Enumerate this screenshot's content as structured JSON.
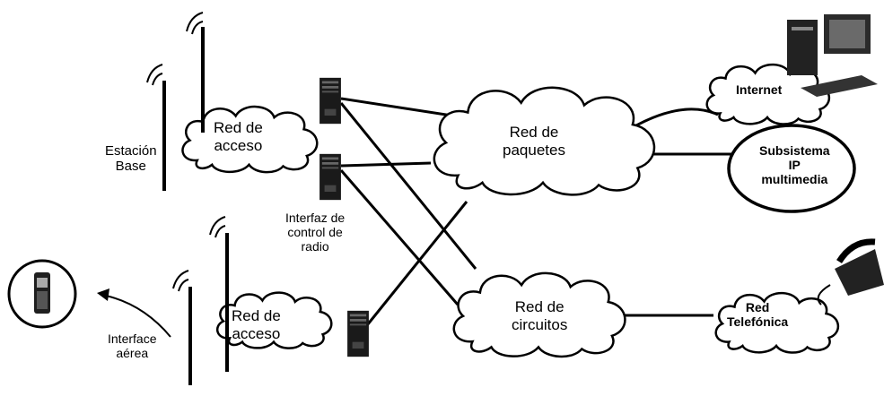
{
  "networks": {
    "access_top": [
      "Red de",
      "acceso"
    ],
    "access_bottom": [
      "Red de",
      "acceso"
    ],
    "packets": [
      "Red de",
      "paquetes"
    ],
    "circuits": [
      "Red de",
      "circuitos"
    ],
    "internet": "Internet",
    "ims": [
      "Subsistema",
      "IP",
      "multimedia"
    ],
    "telephone": [
      "Red",
      "Telefónica"
    ]
  },
  "labels": {
    "base_station": [
      "Estación",
      "Base"
    ],
    "rnc": [
      "Interfaz de",
      "control de",
      "radio"
    ],
    "air_interface": [
      "Interface",
      "aérea"
    ]
  },
  "icons": [
    "antenna-icon",
    "server-tower-icon",
    "cloud-icon",
    "desktop-computer-icon",
    "telephone-icon",
    "mobile-phone-icon"
  ]
}
